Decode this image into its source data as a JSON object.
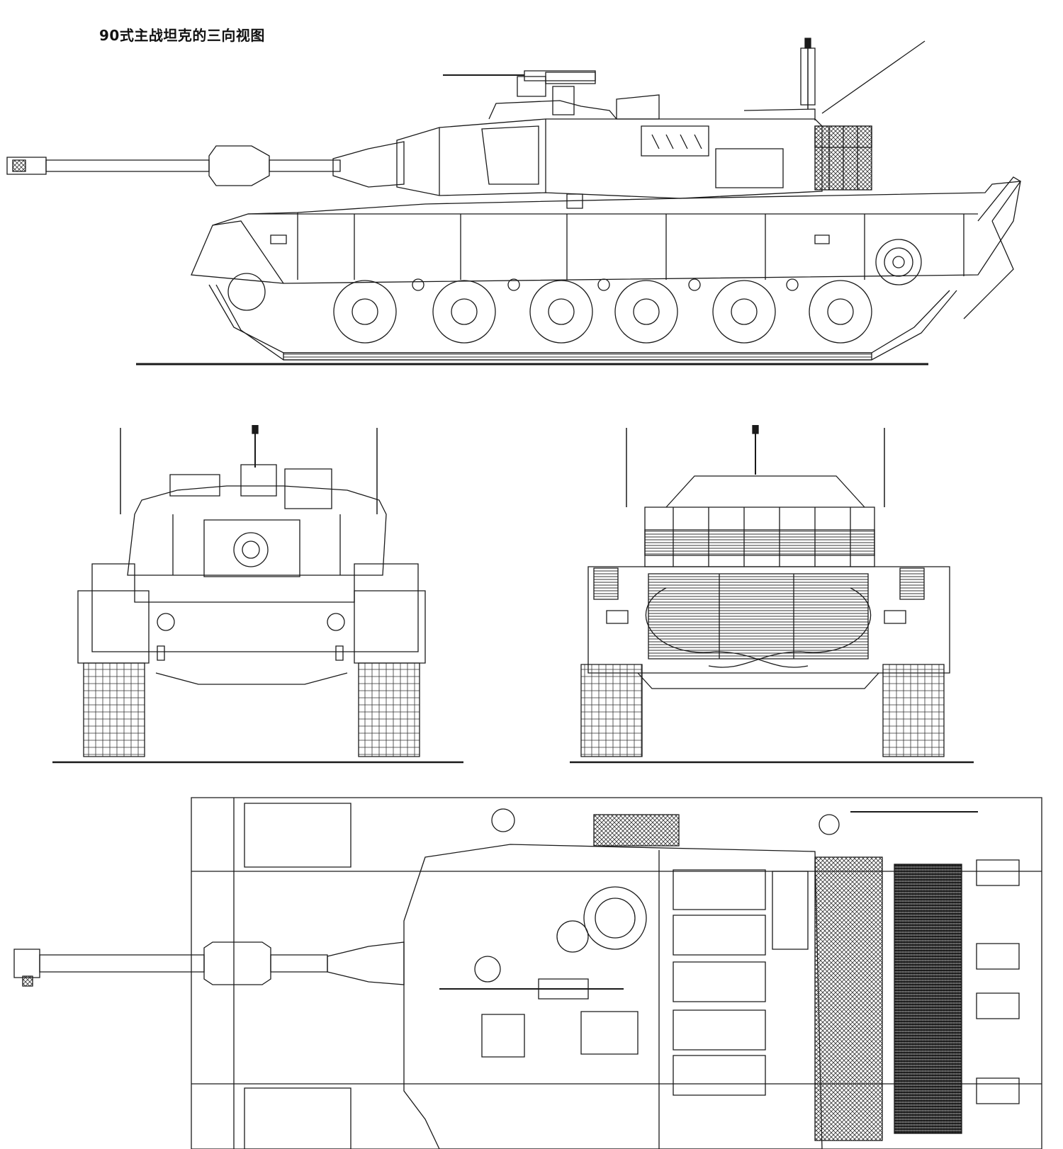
{
  "title": "90式主战坦克的三向视图",
  "line_color": "#1a1a1a",
  "hatch_color": "#333333",
  "views": {
    "side": "side-view",
    "front": "front-view",
    "rear": "rear-view",
    "top": "top-view"
  }
}
